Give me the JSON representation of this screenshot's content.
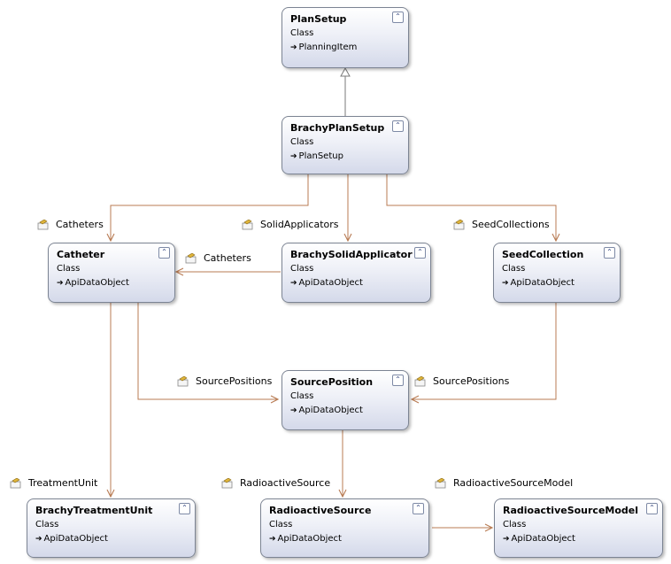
{
  "classes": {
    "plan_setup": {
      "name": "PlanSetup",
      "kind": "Class",
      "base": "PlanningItem"
    },
    "brachy_plan_setup": {
      "name": "BrachyPlanSetup",
      "kind": "Class",
      "base": "PlanSetup"
    },
    "catheter": {
      "name": "Catheter",
      "kind": "Class",
      "base": "ApiDataObject"
    },
    "brachy_solid_applicator": {
      "name": "BrachySolidApplicator",
      "kind": "Class",
      "base": "ApiDataObject"
    },
    "seed_collection": {
      "name": "SeedCollection",
      "kind": "Class",
      "base": "ApiDataObject"
    },
    "source_position": {
      "name": "SourcePosition",
      "kind": "Class",
      "base": "ApiDataObject"
    },
    "brachy_treatment_unit": {
      "name": "BrachyTreatmentUnit",
      "kind": "Class",
      "base": "ApiDataObject"
    },
    "radioactive_source": {
      "name": "RadioactiveSource",
      "kind": "Class",
      "base": "ApiDataObject"
    },
    "radioactive_source_model": {
      "name": "RadioactiveSourceModel",
      "kind": "Class",
      "base": "ApiDataObject"
    }
  },
  "associations": {
    "catheters_from_plan": "Catheters",
    "solid_applicators": "SolidApplicators",
    "seed_collections": "SeedCollections",
    "catheters_from_applicator": "Catheters",
    "source_positions_from_catheter": "SourcePositions",
    "source_positions_from_seeds": "SourcePositions",
    "treatment_unit": "TreatmentUnit",
    "radioactive_source": "RadioactiveSource",
    "radioactive_source_model": "RadioactiveSourceModel"
  },
  "icons": {
    "collapse": "double-chevron-up",
    "inherit": "arrow-right",
    "property": "property-wrench"
  },
  "colors": {
    "connector": "#b87b53",
    "inheritance": "#7a7a7a",
    "box_border": "#7c8493",
    "box_gradient_end": "#d4d9ea"
  }
}
